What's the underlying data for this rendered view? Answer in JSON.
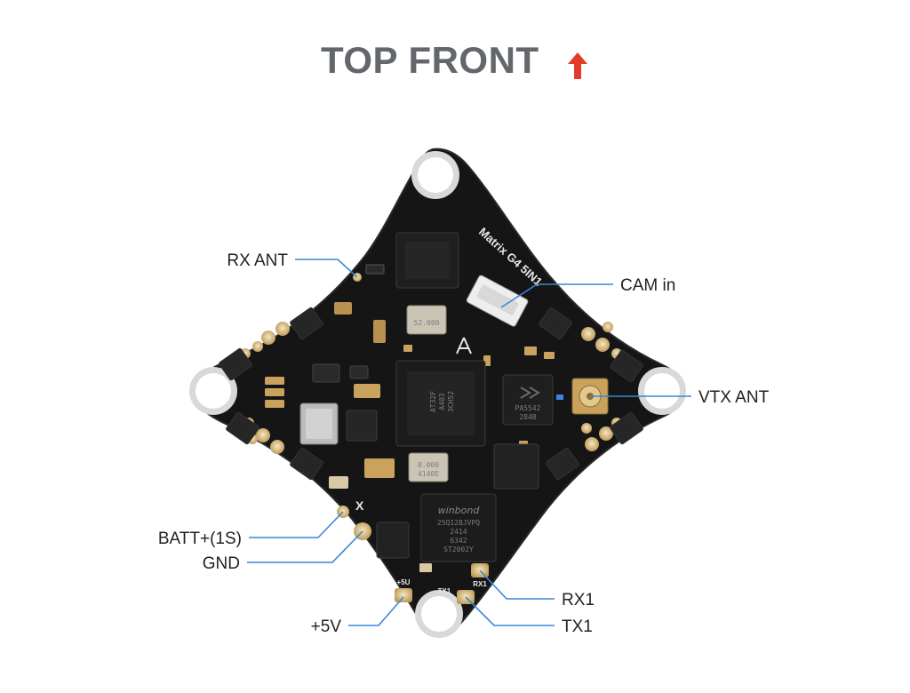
{
  "title": "TOP FRONT",
  "arrow_color": "#e23b2b",
  "title_color": "#63666a",
  "leader_color": "#3a86d8",
  "board_color": "#151515",
  "board_silkscreen": "Matrix G4 5IN1",
  "chips": {
    "main_mcu": [
      "AT32F",
      "A403",
      "3CH52"
    ],
    "vtx": [
      "PA5542",
      "284B"
    ],
    "flash": [
      "winbond",
      "25Q128JVPQ",
      "2414",
      "6342",
      "ST2002Y"
    ],
    "crystal_top": [
      "52.000"
    ],
    "crystal_bottom": [
      "8.000",
      "4140E"
    ],
    "pad_marks": [
      "+5U",
      "TX1",
      "RX1",
      "X"
    ]
  },
  "labels": {
    "rx_ant": "RX ANT",
    "cam_in": "CAM in",
    "vtx_ant": "VTX ANT",
    "batt": "BATT+(1S)",
    "gnd": "GND",
    "rx1": "RX1",
    "plus5v": "+5V",
    "tx1": "TX1"
  }
}
